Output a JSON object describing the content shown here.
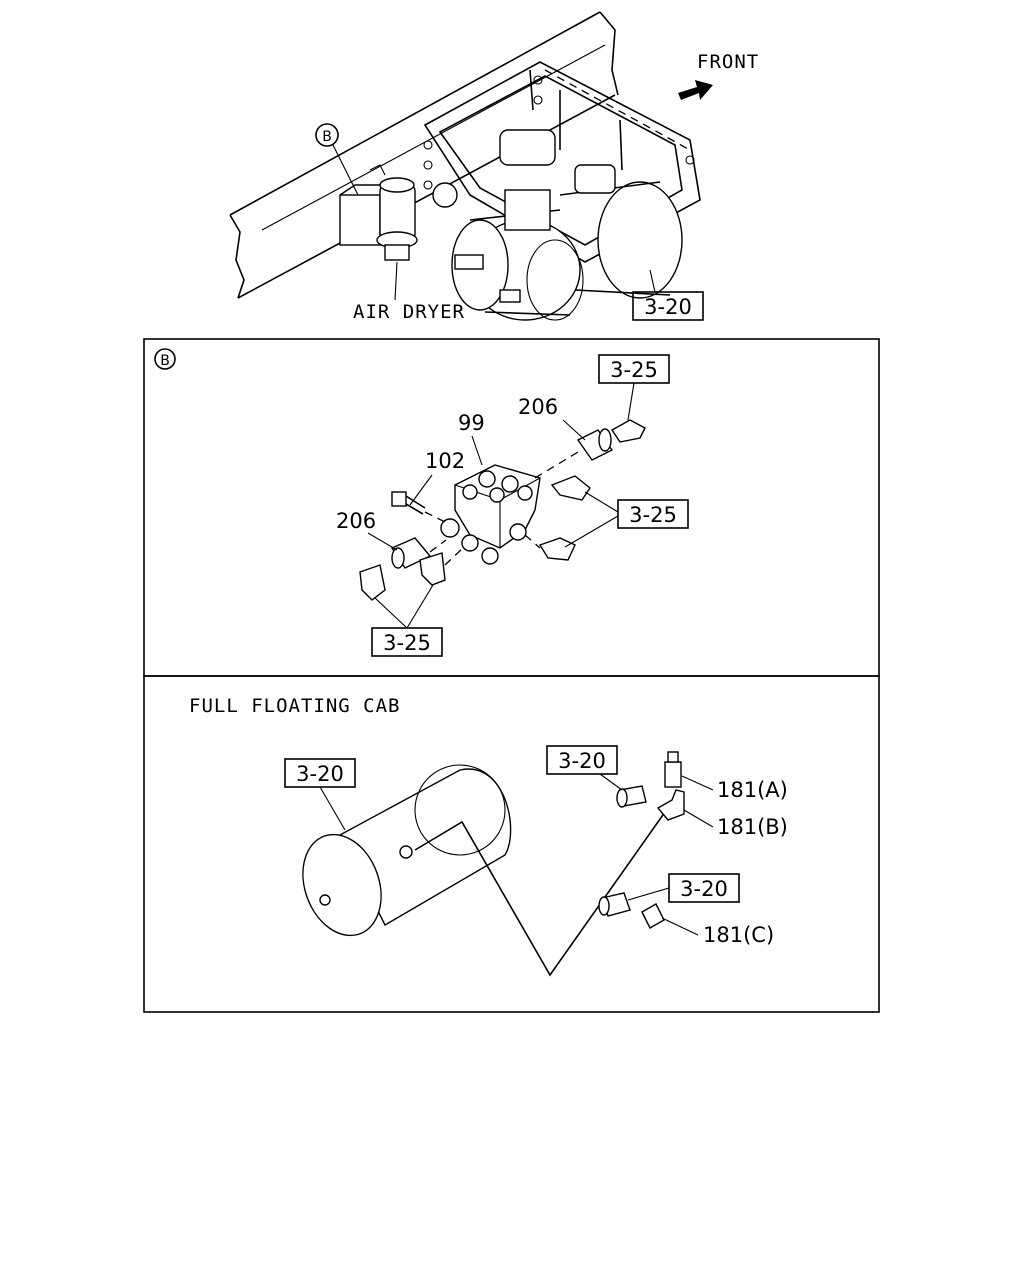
{
  "top": {
    "front_label": "FRONT",
    "air_dryer_label": "AIR DRYER",
    "view_marker": "B",
    "ref_box": "3-20"
  },
  "detail_b": {
    "view_marker": "B",
    "parts": {
      "p99": "99",
      "p102": "102",
      "p206_upper": "206",
      "p206_lower": "206"
    },
    "refs": {
      "ref_top": "3-25",
      "ref_right": "3-25",
      "ref_bottom": "3-25"
    }
  },
  "floating_cab": {
    "title": "FULL FLOATING CAB",
    "refs": {
      "ref_tank": "3-20",
      "ref_upper": "3-20",
      "ref_lower": "3-20"
    },
    "parts": {
      "p181a": "181(A)",
      "p181b": "181(B)",
      "p181c": "181(C)"
    }
  }
}
